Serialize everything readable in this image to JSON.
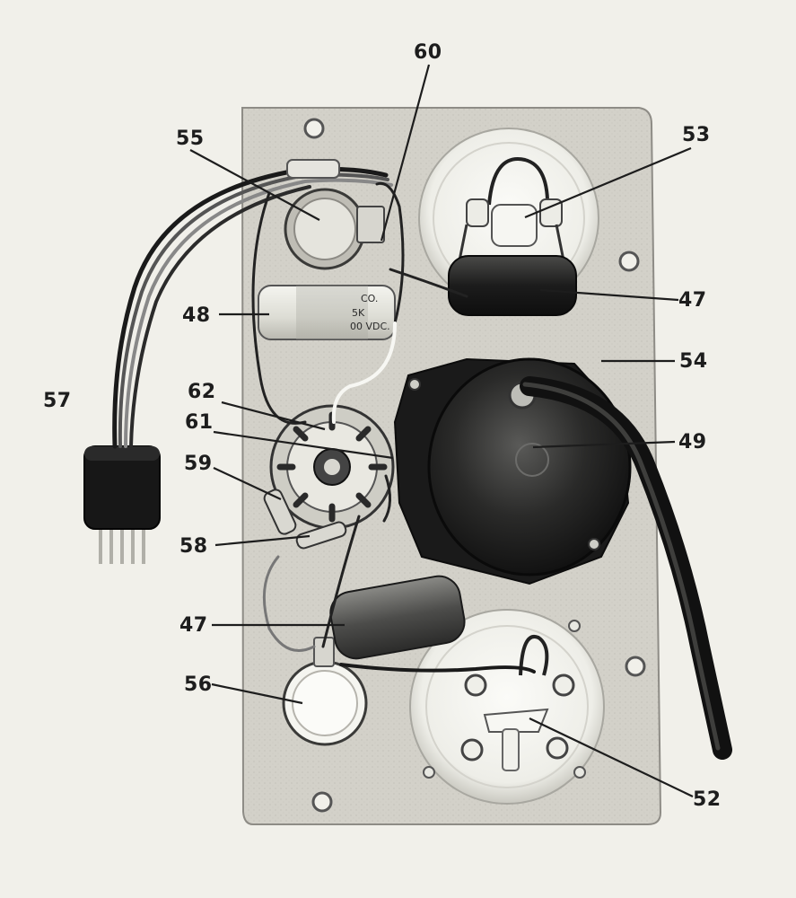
{
  "figure": {
    "callouts": {
      "c60": "60",
      "c55": "55",
      "c53": "53",
      "c48": "48",
      "c47_top": "47",
      "c54": "54",
      "c57": "57",
      "c62": "62",
      "c61": "61",
      "c49": "49",
      "c59": "59",
      "c58": "58",
      "c47_bottom": "47",
      "c56": "56",
      "c52": "52"
    },
    "capacitor_print": {
      "line1": "CO.",
      "line2": "5K",
      "line3": "00 VDC."
    },
    "colors": {
      "background": "#f1f0ea",
      "chassis": "#d2d0c8",
      "dark_component": "#1e1e1e"
    }
  }
}
